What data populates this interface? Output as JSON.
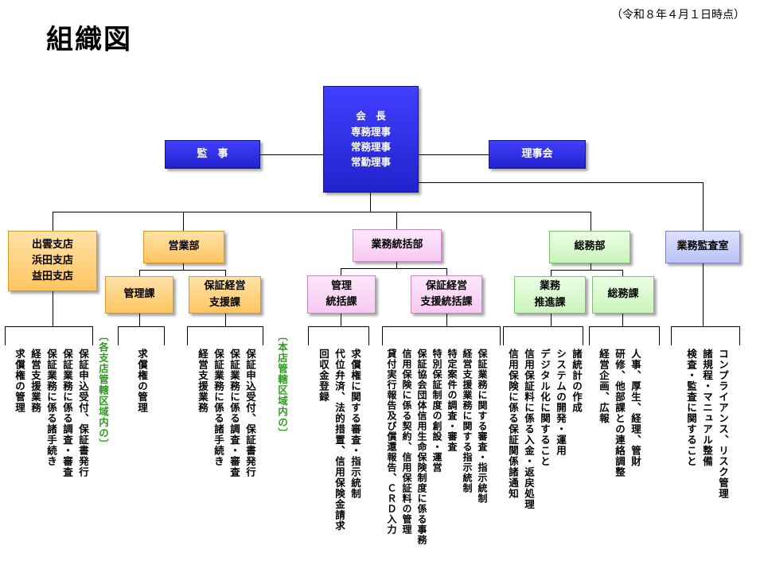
{
  "title": "組織図",
  "date": "（令和８年４月１日時点）",
  "top": {
    "chair": [
      "会　長",
      "専務理事",
      "常務理事",
      "常勤理事"
    ],
    "auditor": "監　事",
    "board": "理事会"
  },
  "branches": {
    "name": [
      "出雲支店",
      "浜田支店",
      "益田支店"
    ],
    "duties": [
      "保証申込受付、保証書発行",
      "保証業務に係る調査・審査",
      "保証業務に係る諸手続き",
      "経営支援業務",
      "求償権の管理"
    ],
    "area_note": "〔各支店管轄区域内の〕"
  },
  "sales": {
    "name": "営業部",
    "kanri": "管理課",
    "kanri_duties": [
      "求償権の管理"
    ],
    "hosho": [
      "保証経営",
      "支援課"
    ],
    "hosho_duties": [
      "保証申込受付、保証書発行",
      "保証業務に係る調査・審査",
      "保証業務に係る諸手続き",
      "経営支援業務"
    ],
    "area_note": "〔本店管轄区域内の〕"
  },
  "operations": {
    "name": "業務統括部",
    "kanri": [
      "管理",
      "統括課"
    ],
    "kanri_duties": [
      "求償権に関する審査・指示統制",
      "代位弁済、法的措置、信用保険金請求",
      "回収金登録"
    ],
    "hosho": [
      "保証経営",
      "支援統括課"
    ],
    "hosho_duties": [
      "保証業務に関する審査・指示統制",
      "経営支援業務に関する指示統制",
      "特定案件の調査・審査",
      "特別保証制度の創設・運営",
      "保証協会団体信用生命保険制度に係る事務",
      "信用保険に係る契約、信用保証料の管理",
      "貸付実行報告及び償還報告、ＣＲＤ入力"
    ]
  },
  "general": {
    "name": "総務部",
    "suishin": [
      "業務",
      "推進課"
    ],
    "suishin_duties": [
      "諸統計の作成",
      "システムの開発・運用",
      "デジタル化に関すること",
      "信用保証料に係る入金・返戻処理",
      "信用保険に係る保証関係諸通知"
    ],
    "somu": "総務課",
    "somu_duties": [
      "人事、厚生、経理、管財",
      "研修、他部課との連絡調整",
      "経営企画、広報"
    ]
  },
  "audit": {
    "name": "業務監査室",
    "duties": [
      "コンプライアンス、リスク管理",
      "諸規程・マニュアル整備",
      "検査・監査に関すること"
    ]
  }
}
